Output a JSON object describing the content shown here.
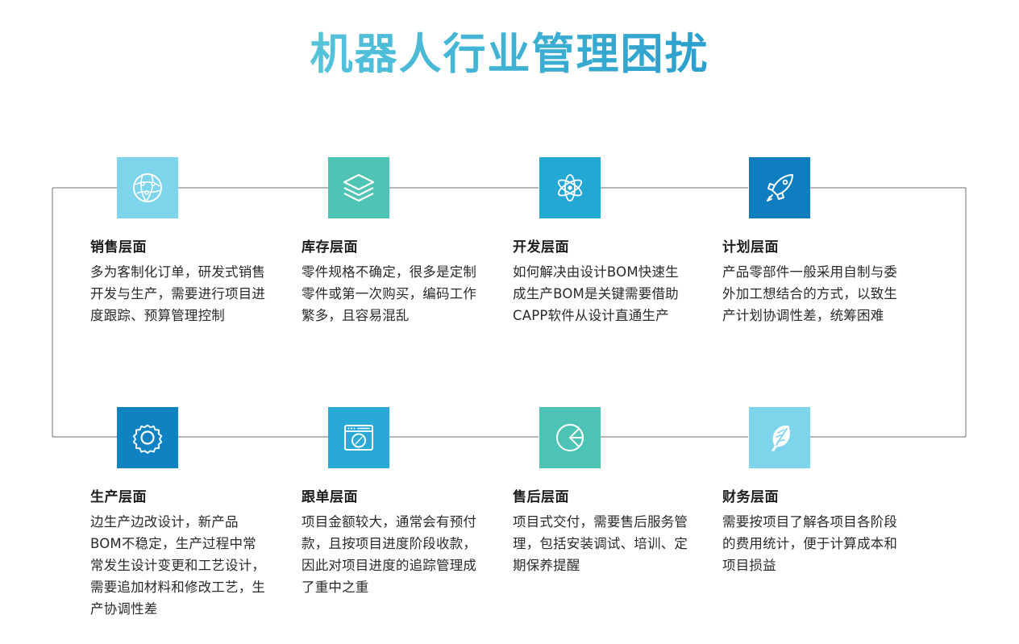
{
  "header": {
    "title": "机器人行业管理困扰",
    "gradient_from": "#72d3e2",
    "gradient_to": "#0f86c4"
  },
  "diagram": {
    "type": "process-panel",
    "connector_color": "#8a8a8a",
    "rows": 2,
    "columns": 4
  },
  "cards": [
    {
      "id": "sales",
      "title": "销售层面",
      "body": "多为客制化订单，研发式销售开发与生产，需要进行项目进度跟踪、预算管理控制",
      "icon": "globe-network-icon",
      "icon_bg": "#7ed4ea",
      "row": "top",
      "column": 0
    },
    {
      "id": "inventory",
      "title": "库存层面",
      "body": "零件规格不确定，很多是定制零件或第一次购买，编码工作繁多，且容易混乱",
      "icon": "layers-stack-icon",
      "icon_bg": "#4ec4b4",
      "row": "top",
      "column": 1
    },
    {
      "id": "development",
      "title": "开发层面",
      "body": "如何解决由设计BOM快速生成生产BOM是关键需要借助CAPP软件从设计直通生产",
      "icon": "atom-icon",
      "icon_bg": "#23a8d4",
      "row": "top",
      "column": 2
    },
    {
      "id": "planning",
      "title": "计划层面",
      "body": "产品零部件一般采用自制与委外加工想结合的方式，以致生产计划协调性差，统筹困难",
      "icon": "rocket-icon",
      "icon_bg": "#0f7ec0",
      "row": "top",
      "column": 3
    },
    {
      "id": "production",
      "title": "生产层面",
      "body": "边生产边改设计，新产品BOM不稳定，生产过程中常常发生设计变更和工艺设计，需要追加材料和修改工艺，生产协调性差",
      "icon": "gear-icon",
      "icon_bg": "#1082c2",
      "row": "bottom",
      "column": 0
    },
    {
      "id": "order-tracking",
      "title": "跟单层面",
      "body": "项目金额较大，通常会有预付款，且按项目进度阶段收款，因此对项目进度的追踪管理成了重中之重",
      "icon": "browser-compass-icon",
      "icon_bg": "#29a9d5",
      "row": "bottom",
      "column": 1
    },
    {
      "id": "after-sales",
      "title": "售后层面",
      "body": "项目式交付，需要售后服务管理，包括安装调试、培训、定期保养提醒",
      "icon": "pie-chart-icon",
      "icon_bg": "#4dc3b5",
      "row": "bottom",
      "column": 2
    },
    {
      "id": "finance",
      "title": "财务层面",
      "body": "需要按项目了解各项目各阶段的费用统计，便于计算成本和项目损益",
      "icon": "feather-icon",
      "icon_bg": "#7ed4ea",
      "row": "bottom",
      "column": 3
    }
  ]
}
